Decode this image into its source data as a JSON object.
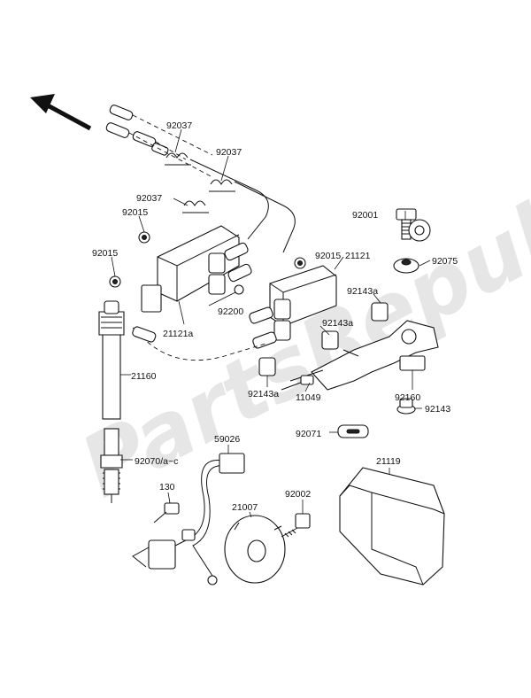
{
  "watermark": "PartsRepublik",
  "direction_icon": "arrow-up-left-icon",
  "labels": {
    "p92037_a": "92037",
    "p92037_b": "92037",
    "p92037_c": "92037",
    "p92015_a": "92015",
    "p92015_b": "92015",
    "p92015_c": "92015",
    "p92001": "92001",
    "p92075": "92075",
    "p21121": "21121",
    "p21121a": "21121a",
    "p92200": "92200",
    "p92143a_a": "92143a",
    "p92143a_b": "92143a",
    "p92143a_c": "92143a",
    "p21160": "21160",
    "p92160": "92160",
    "p92143": "92143",
    "p11049": "11049",
    "p92071": "92071",
    "p59026": "59026",
    "p92070": "92070/a~c",
    "p21119": "21119",
    "p130": "130",
    "p21007": "21007",
    "p92002": "92002"
  }
}
